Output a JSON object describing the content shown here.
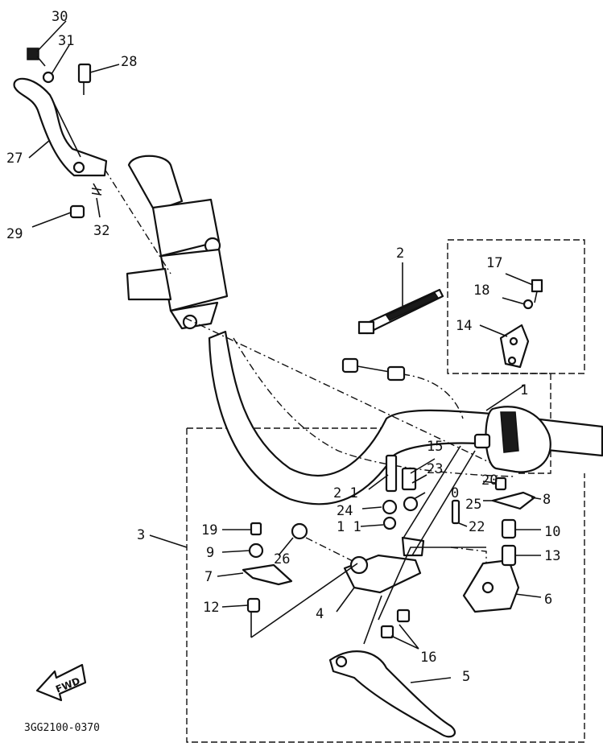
{
  "drawing_code": "3GG2100-0370",
  "fwd_label": "FWD",
  "callouts": {
    "c1": "1",
    "c2": "2",
    "c3": "3",
    "c4": "4",
    "c5": "5",
    "c6": "6",
    "c7": "7",
    "c8": "8",
    "c9": "9",
    "c10": "10",
    "c11": "1 1",
    "c12": "12",
    "c13": "13",
    "c14": "14",
    "c15": "15",
    "c16": "16",
    "c17": "17",
    "c18": "18",
    "c19": "19",
    "c20": "20",
    "c21": "2 1",
    "c22": "22",
    "c23": "23",
    "c24": "24",
    "c25": "25",
    "c26": "26",
    "c27": "27",
    "c28": "28",
    "c29": "29",
    "c30": "30",
    "c31": "31",
    "c32": "32",
    "c0": "0"
  }
}
